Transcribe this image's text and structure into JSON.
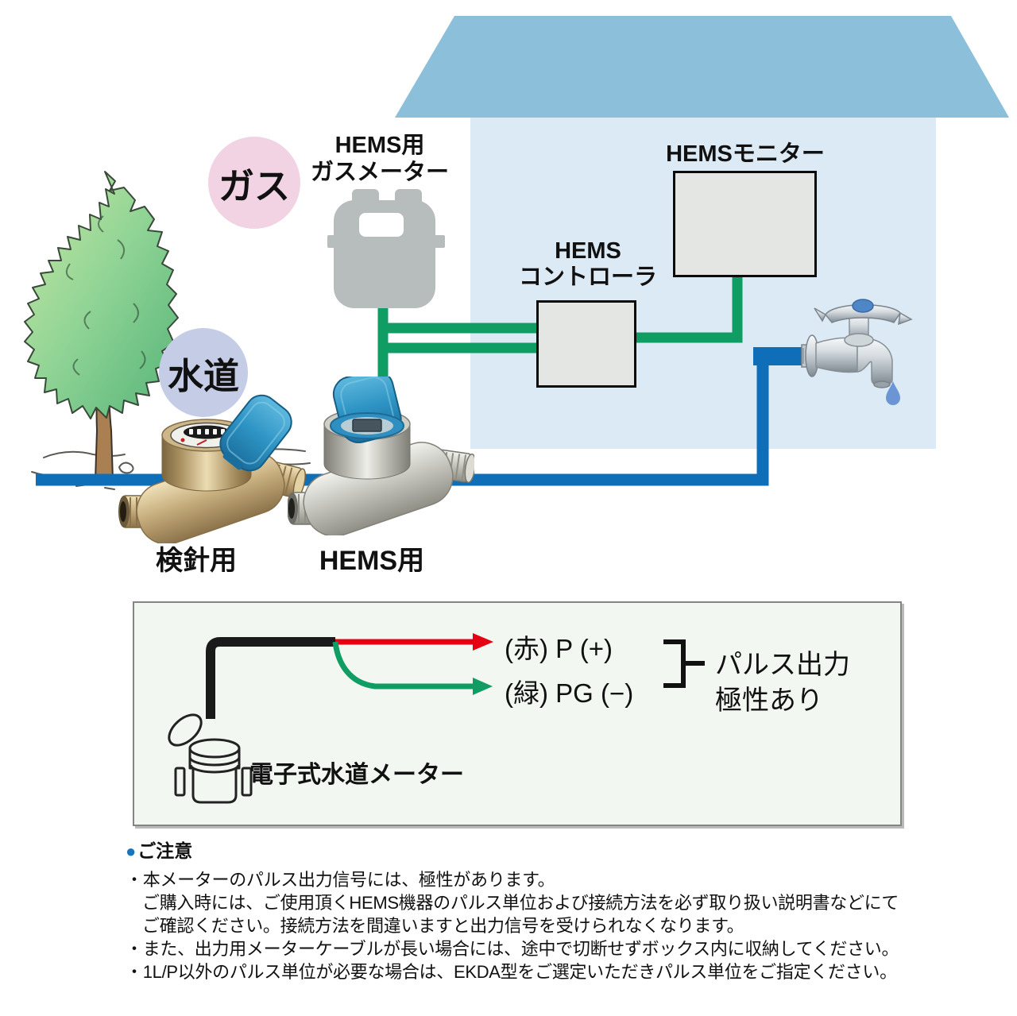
{
  "scene": {
    "gas_badge": "ガス",
    "water_badge": "水道",
    "gas_meter_label": [
      "HEMS用",
      "ガスメーター"
    ],
    "monitor_label": "HEMSモニター",
    "controller_label": [
      "HEMS",
      "コントローラ"
    ],
    "inspection_meter_label": "検針用",
    "hems_meter_label": "HEMS用"
  },
  "pulse_panel": {
    "red_wire_label": "(赤) P (+)",
    "green_wire_label": "(緑) PG (−)",
    "caption": [
      "パルス出力",
      "極性あり"
    ],
    "meter_caption": "電子式水道メーター"
  },
  "notes": {
    "bullet": "●",
    "title": "ご注意",
    "lines": [
      "・本メーターのパルス出力信号には、極性があります。",
      "ご購入時には、ご使用頂くHEMS機器のパルス単位および接続方法を必ず取り扱い説明書などにて",
      "ご確認ください。接続方法を間違いますと出力信号を受けられなくなります。",
      "・また、出力用メーターケーブルが長い場合には、途中で切断せずボックス内に収納してください。",
      "・1L/P以外のパルス単位が必要な場合は、EKDA型をご選定いただきパルス単位をご指定ください。"
    ]
  },
  "colors": {
    "roof_blue": "#8cc0da",
    "house_fill": "#dceaf5",
    "gas_circle_pink": "#f2d3e4",
    "water_circle_blue": "#c5cde6",
    "signal_wire_green": "#0f9d64",
    "water_pipe_blue": "#0e6eb8",
    "pulse_red": "#e60012",
    "cable_black": "#1a1a1a",
    "note_bullet_blue": "#1b74b8"
  }
}
